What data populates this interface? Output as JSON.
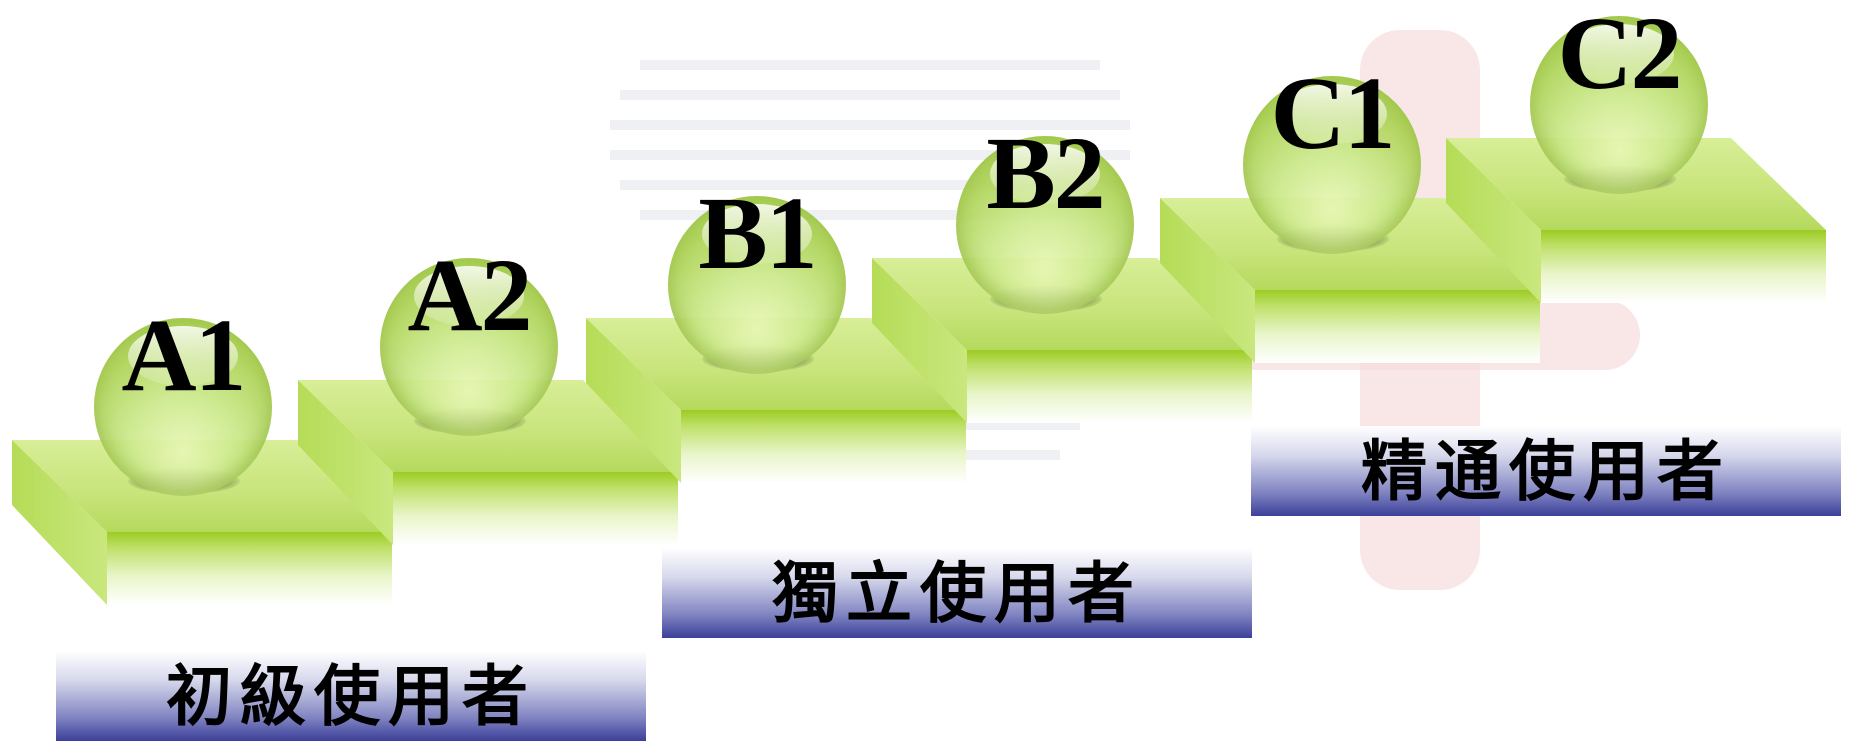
{
  "levels": [
    {
      "code": "A1"
    },
    {
      "code": "A2"
    },
    {
      "code": "B1"
    },
    {
      "code": "B2"
    },
    {
      "code": "C1"
    },
    {
      "code": "C2"
    }
  ],
  "groups": [
    {
      "label": "初級使用者",
      "covers": [
        "A1",
        "A2"
      ]
    },
    {
      "label": "獨立使用者",
      "covers": [
        "B1",
        "B2"
      ]
    },
    {
      "label": "精通使用者",
      "covers": [
        "C1",
        "C2"
      ]
    }
  ],
  "colors": {
    "step": "#c7e47a",
    "step_edge": "#9ccc22",
    "ball": "#b9de6b",
    "bar_dark": "#3b3f99",
    "watermark": "#eef0f4"
  }
}
